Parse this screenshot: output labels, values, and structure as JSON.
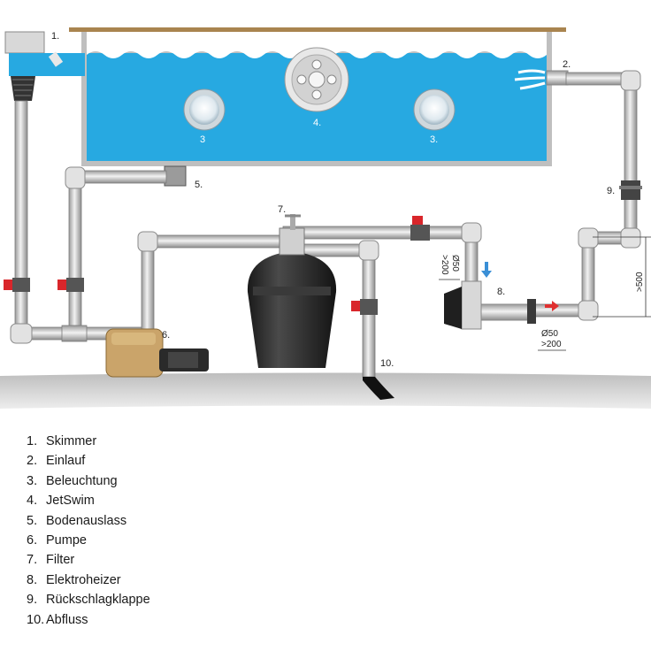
{
  "diagram": {
    "callouts": {
      "skimmer": "1.",
      "inlet": "2.",
      "light_left": "3",
      "jetswim": "4.",
      "light_right": "3.",
      "floor_drain": "5.",
      "pump": "6.",
      "filter": "7.",
      "heater": "8.",
      "check_valve": "9.",
      "drain": "10."
    },
    "dimensions": {
      "heater_inlet_diameter": "Ø50",
      "heater_inlet_length": ">200",
      "heater_outlet_diameter": "Ø50",
      "heater_outlet_length": ">200",
      "height_difference": ">500"
    },
    "colors": {
      "water": "#27a9e1",
      "pipe": "#d9d9d9",
      "valve_handle": "#d9262b",
      "filter_tank": "#2a2a2a",
      "pump_body": "#caa46a",
      "flow_arrow_in": "#3a8fd6",
      "flow_arrow_out": "#e03030"
    }
  },
  "legend": [
    {
      "num": "1.",
      "label": "Skimmer"
    },
    {
      "num": "2.",
      "label": "Einlauf"
    },
    {
      "num": "3.",
      "label": "Beleuchtung"
    },
    {
      "num": "4.",
      "label": "JetSwim"
    },
    {
      "num": "5.",
      "label": "Bodenauslass"
    },
    {
      "num": "6.",
      "label": "Pumpe"
    },
    {
      "num": "7.",
      "label": "Filter"
    },
    {
      "num": "8.",
      "label": "Elektroheizer"
    },
    {
      "num": "9.",
      "label": "Rückschlagklappe"
    },
    {
      "num": "10.",
      "label": "Abfluss"
    }
  ]
}
